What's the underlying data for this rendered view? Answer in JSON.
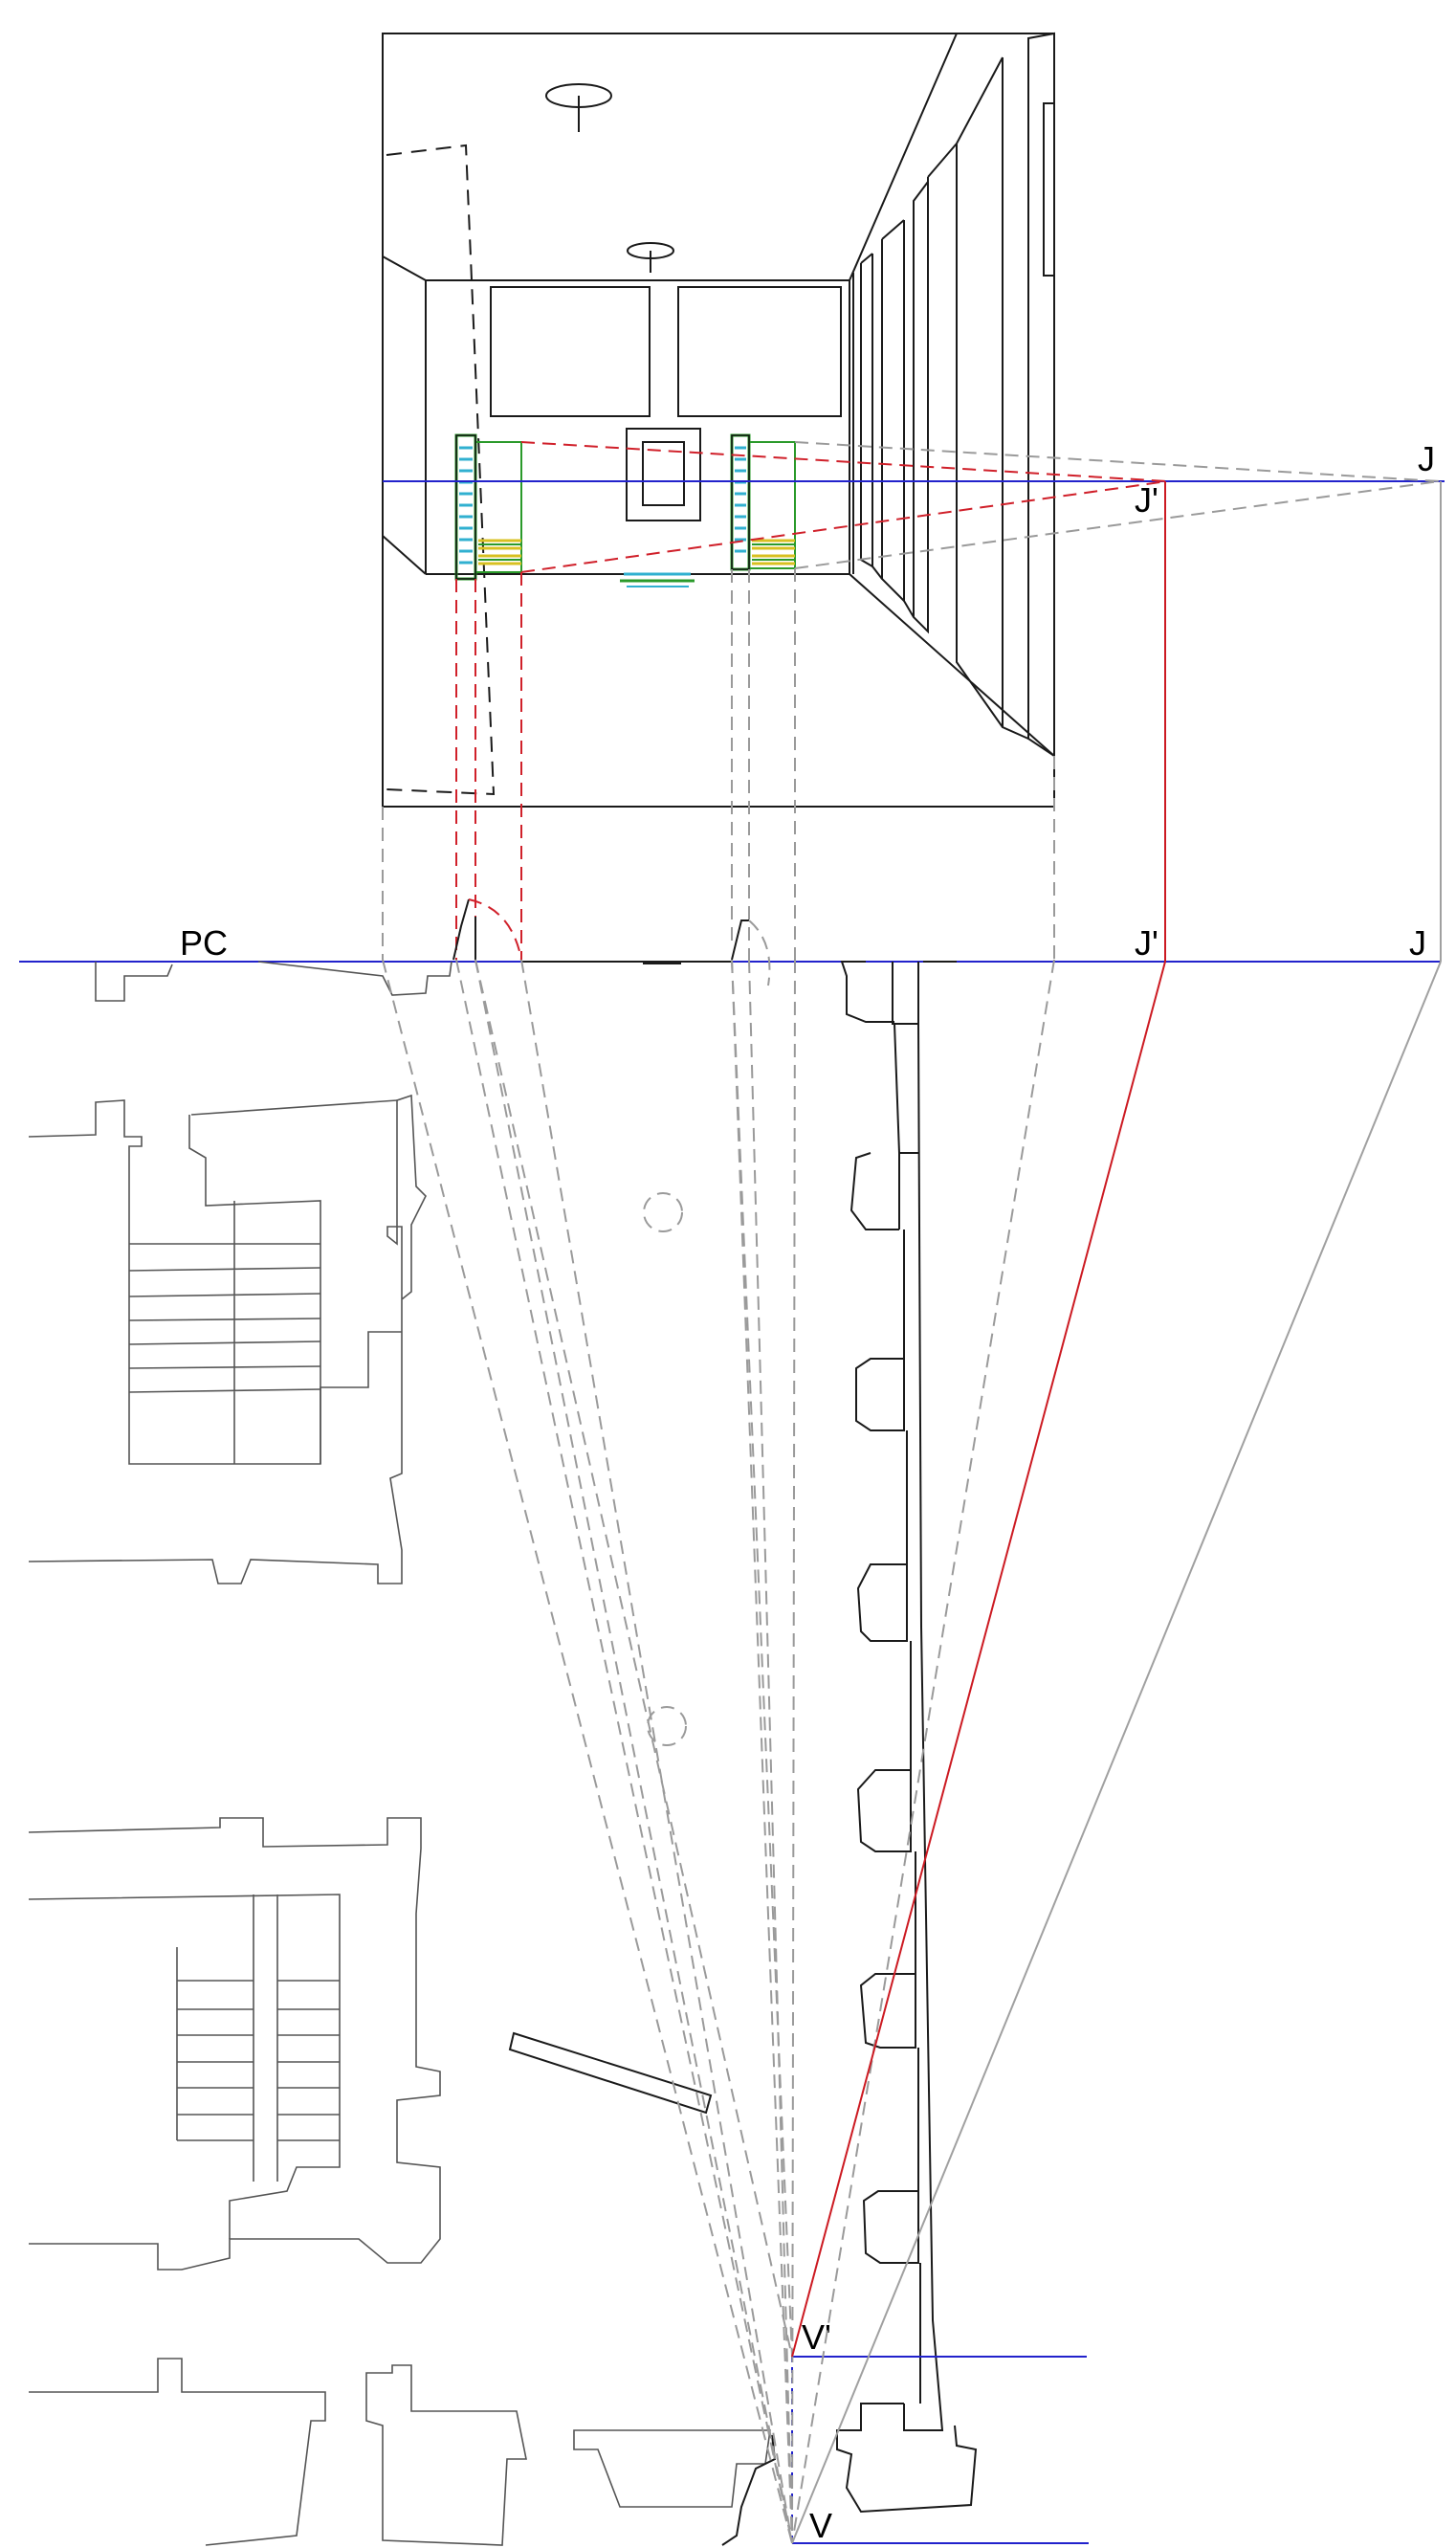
{
  "labels": {
    "pc": "PC",
    "j_upper": "J",
    "j_prime_upper": "J'",
    "j_lower": "J",
    "j_prime_lower": "J'",
    "v_prime": "V'",
    "v": "V"
  },
  "colors": {
    "horizon_line": "#2222cc",
    "construction_red": "#cc1a22",
    "construction_gray": "#9a9a9a",
    "outline": "#1a1a1a",
    "bookcase_green": "#2a9a2a",
    "bookcase_yellow": "#d8c020",
    "bookcase_cyan": "#30b0d0"
  }
}
